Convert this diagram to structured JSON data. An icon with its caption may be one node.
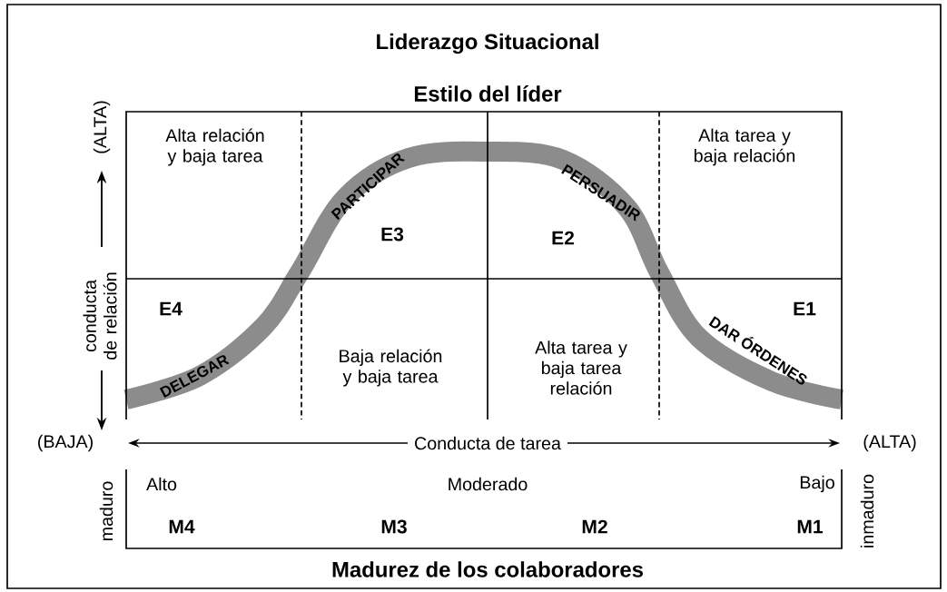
{
  "diagram": {
    "title": "Liderazgo Situacional",
    "labels": [
      "Estilo del líder",
      "Alta relación y baja tarea",
      "PARTICIPAR",
      "PERSUADIR",
      "Alta tarea y baja relación",
      "(ALTA)",
      "conducta de relación",
      "E3",
      "E2",
      "E4",
      "E1",
      "DELEGAR",
      "Baja relación y baja tarea",
      "Alta tarea y baja tarea relación",
      "DAR ÓRDENES",
      "(BAJA)",
      "Conducta de tarea",
      "(ALTA)",
      "maduro",
      "Alto",
      "Moderado",
      "Bajo",
      "inmaduro",
      "M4",
      "M3",
      "M2",
      "M1",
      "Madurez de los colaboradores"
    ]
  }
}
